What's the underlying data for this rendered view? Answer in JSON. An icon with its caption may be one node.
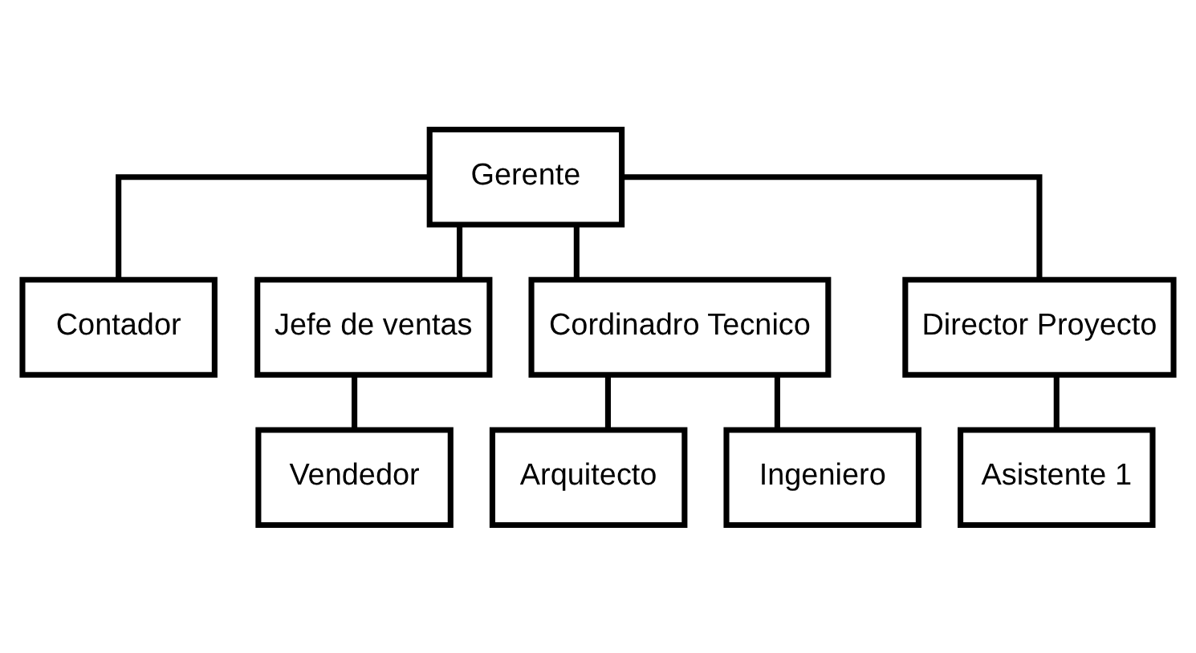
{
  "diagram": {
    "nodes": [
      {
        "text": [
          "Gerente"
        ]
      },
      {
        "text": [
          "Contador"
        ]
      },
      {
        "text": [
          "Jefe de ventas"
        ]
      },
      {
        "text": [
          "Cordinadro Tecnico"
        ]
      },
      {
        "text": [
          "Director Proyecto"
        ]
      },
      {
        "text": [
          "Vendedor"
        ]
      },
      {
        "text": [
          "Arquitecto"
        ]
      },
      {
        "text": [
          "Ingeniero"
        ]
      },
      {
        "text": [
          "Asistente 1"
        ]
      }
    ],
    "edges": [
      {
        "from": 0,
        "to": 1,
        "arrow": "none"
      },
      {
        "from": 0,
        "to": 2,
        "arrow": "none"
      },
      {
        "from": 0,
        "to": 3,
        "arrow": "none"
      },
      {
        "from": 0,
        "to": 4,
        "arrow": "none"
      },
      {
        "from": 2,
        "to": 5,
        "arrow": "none"
      },
      {
        "from": 3,
        "to": 6,
        "arrow": "none"
      },
      {
        "from": 3,
        "to": 7,
        "arrow": "none"
      },
      {
        "from": 4,
        "to": 8,
        "arrow": "none"
      }
    ]
  }
}
